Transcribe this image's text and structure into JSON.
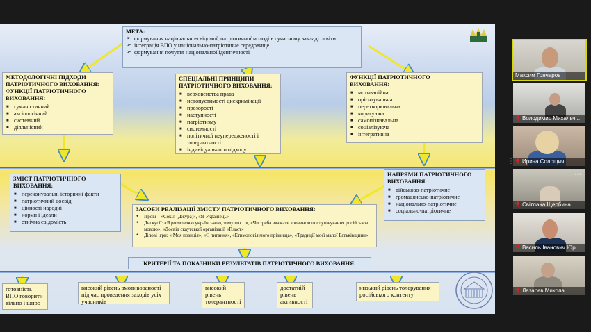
{
  "goal": {
    "title": "МЕТА:",
    "items": [
      "формування національно-свідомої, патріотичної молоді в сучасному закладі освіти",
      "інтеграція ВПО у національно-патріотичне середовище",
      "формування почуття національної ідентичності"
    ]
  },
  "methodology": {
    "title": "МЕТОДОЛОГІЧНІ ПІДХОДИ ПАТРІОТИЧНОГО ВИХОВАННЯ: ФУНКЦІЇ ПАТРІОТИЧНОГО ВИХОВАННЯ:",
    "items": [
      "гуманістичний",
      "аксіологічний",
      "системний",
      "діяльнісний"
    ]
  },
  "principles": {
    "title": "СПЕЦІАЛЬНІ ПРИНЦИПИ ПАТРІОТИЧНОГО ВИХОВАННЯ:",
    "items": [
      "верховенства права",
      "недопустимості дискримінації",
      "прозорості",
      "наступності",
      "патріотизму",
      "системності",
      "політичної неупередженості і толерантності",
      "індивідуального підходу"
    ]
  },
  "functions": {
    "title": "ФУНКЦІЇ ПАТРІОТИЧНОГО ВИХОВАННЯ:",
    "items": [
      "мотиваційна",
      "орієнтувальна",
      "перетворювальна",
      "коригуюча",
      "самопізнавальна",
      "соціалізуюча",
      "інтегративна"
    ]
  },
  "content": {
    "title": "ЗМІСТ ПАТРІОТИЧНОГО ВИХОВАННЯ:",
    "items": [
      "переконувальні історичні факти",
      "патріотичний досвід",
      "цінності народні",
      "норми і ідеали",
      "етнічна свідомість"
    ]
  },
  "directions": {
    "title": "НАПРЯМИ ПАТРІОТИЧНОГО ВИХОВАННЯ:",
    "items": [
      "військово-патріотичне",
      "громадянсько-патріотичне",
      "національно-патріотичне",
      "соціально-патріотичне"
    ]
  },
  "means": {
    "title": "ЗАСОБИ РЕАЛІЗАЦІЇ ЗМІСТУ ПАТРІОТИЧНОГО ВИХОВАННЯ:",
    "items": [
      "Ігрові – «Сокіл (Джура)», «Я-Українець»",
      "Дискусії: «Я розмовляю українською, тому що…», «Чи треба вважати злочином послуговування російською мовою», «Досвід скаутської організації «Пласт»",
      "Ділові ігри: « Моя позиція», «Є питання», «Етимологія мого прізвища», «Традиції моєї малої Батьківщини»"
    ]
  },
  "criteria": {
    "title": "КРИТЕРІЇ ТА ПОКАЗНИКИ РЕЗУЛЬТАТІВ ПАТРІОТИЧНОГО ВИХОВАННЯ:"
  },
  "results": [
    "готовність ВПО говорити вільно і щиро",
    "високий рівень вмотивованості під час проведення заходів усіх учасників",
    "високий рівень толерантності",
    "достатній рівень активності",
    "низький рівень толерування російського контенту"
  ],
  "participants": [
    {
      "name": "Максим Гончаров",
      "muted": false,
      "active": true
    },
    {
      "name": "Володимир Михальч...",
      "muted": true,
      "active": false
    },
    {
      "name": "Ирина Солощич",
      "muted": true,
      "active": false
    },
    {
      "name": "Світлана Щербина",
      "muted": true,
      "active": false
    },
    {
      "name": "Василь Іванович Юрі...",
      "muted": true,
      "active": false
    },
    {
      "name": "Лазарєв Микола",
      "muted": true,
      "active": false
    }
  ],
  "colors": {
    "slide_box": "#fbf4c4",
    "slide_box_blue": "#dbe6f4",
    "arrow": "#f0e62a",
    "arrow_edge": "#3e8acb",
    "muted": "#e02020",
    "active_outline": "#d6d60a"
  }
}
